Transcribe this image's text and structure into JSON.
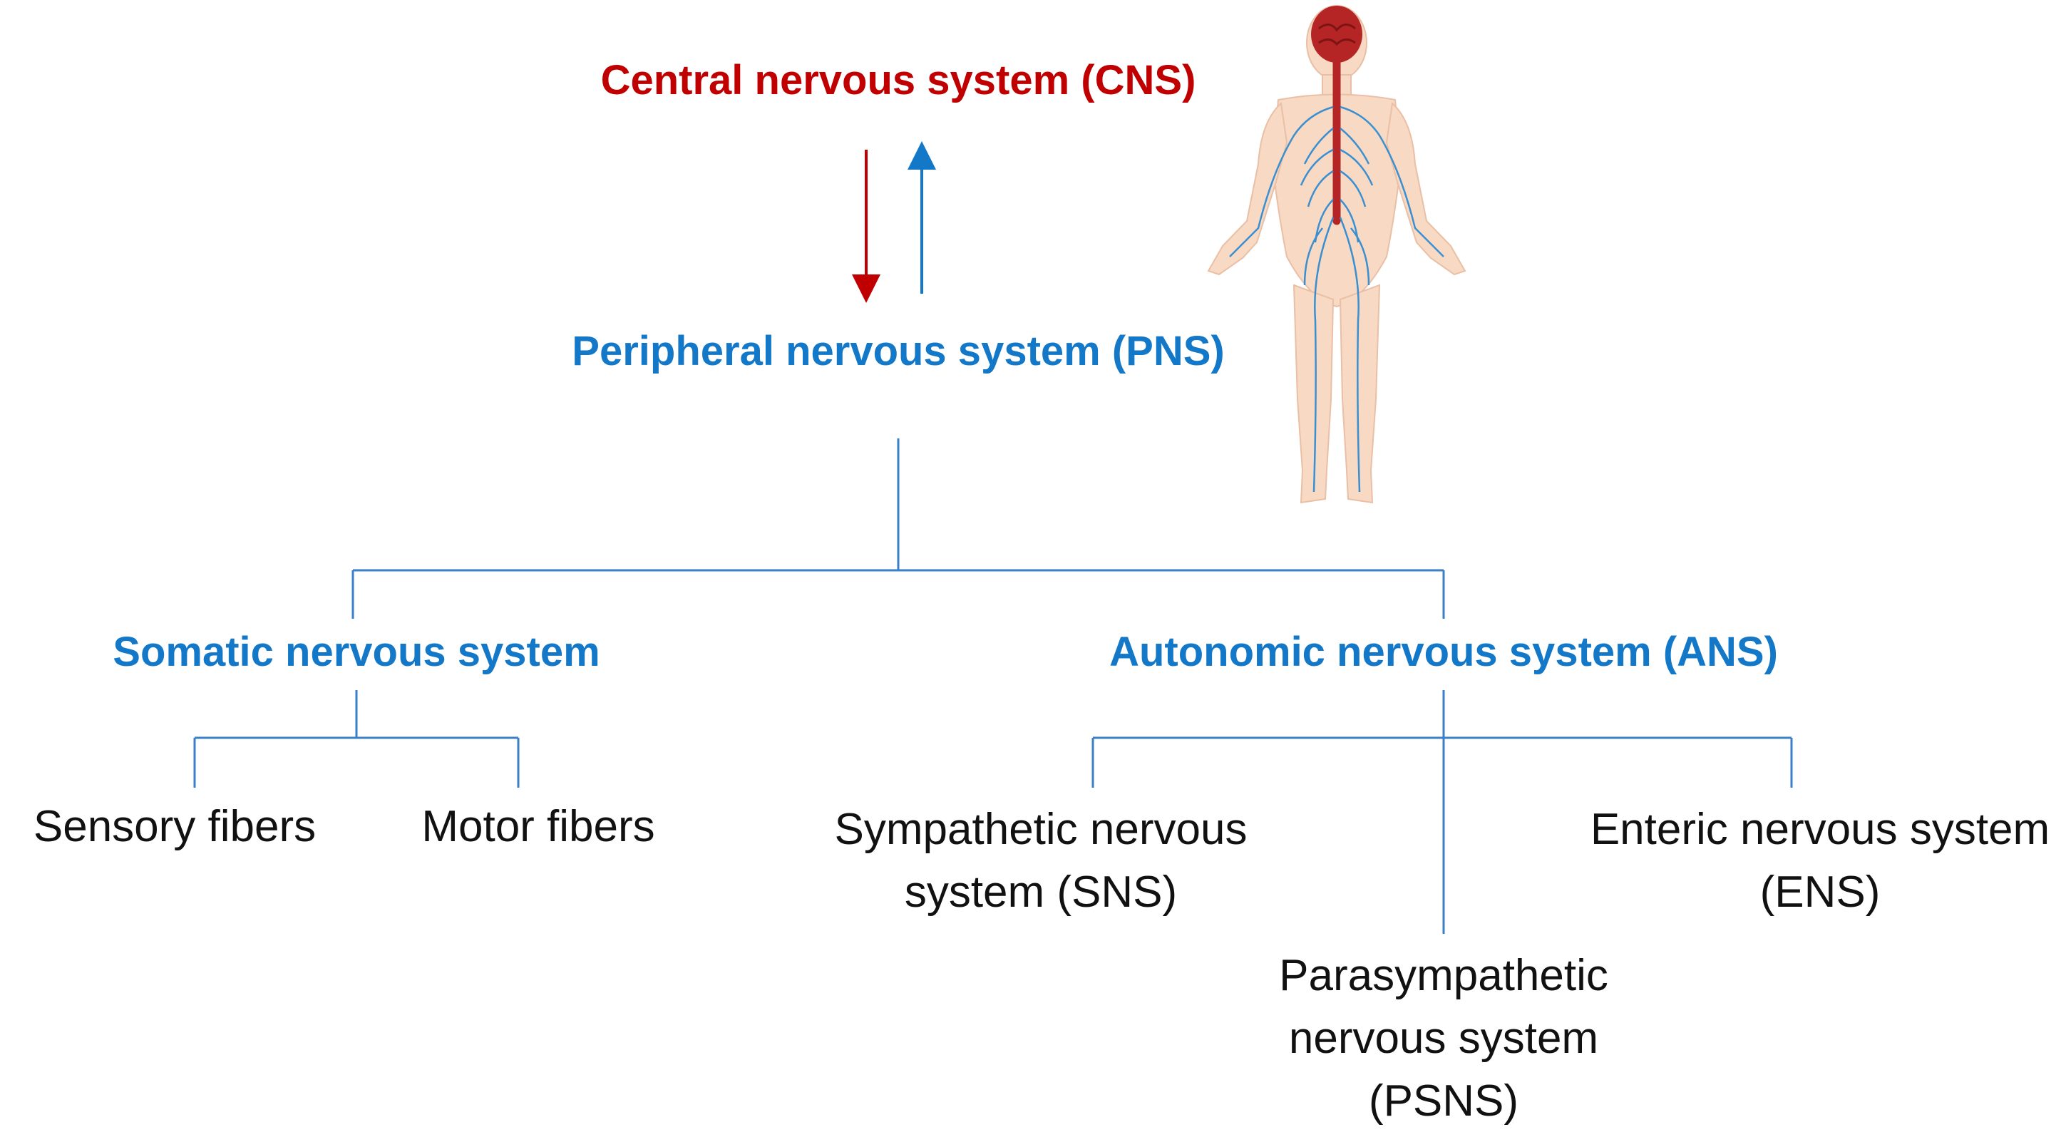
{
  "colors": {
    "cns": "#c00000",
    "pns": "#1478c8",
    "line": "#3a7fc8",
    "text": "#111111",
    "skin": "#f8d9c4",
    "nerve": "#3a8fd0",
    "brain": "#b52525"
  },
  "labels": {
    "cns": "Central nervous system (CNS)",
    "pns": "Peripheral nervous system  (PNS)",
    "somatic": "Somatic nervous system",
    "autonomic": "Autonomic  nervous system (ANS)",
    "sensory": "Sensory fibers",
    "motor": "Motor fibers",
    "sns_line1": "Sympathetic nervous",
    "sns_line2": "system (SNS)",
    "ens_line1": "Enteric nervous system",
    "ens_line2": "(ENS)",
    "psns_line1": "Parasympathetic",
    "psns_line2": "nervous system",
    "psns_line3": "(PSNS)"
  },
  "icons": {
    "human": "human-nervous-system-icon",
    "down_arrow": "arrow-down-icon",
    "up_arrow": "arrow-up-icon"
  }
}
